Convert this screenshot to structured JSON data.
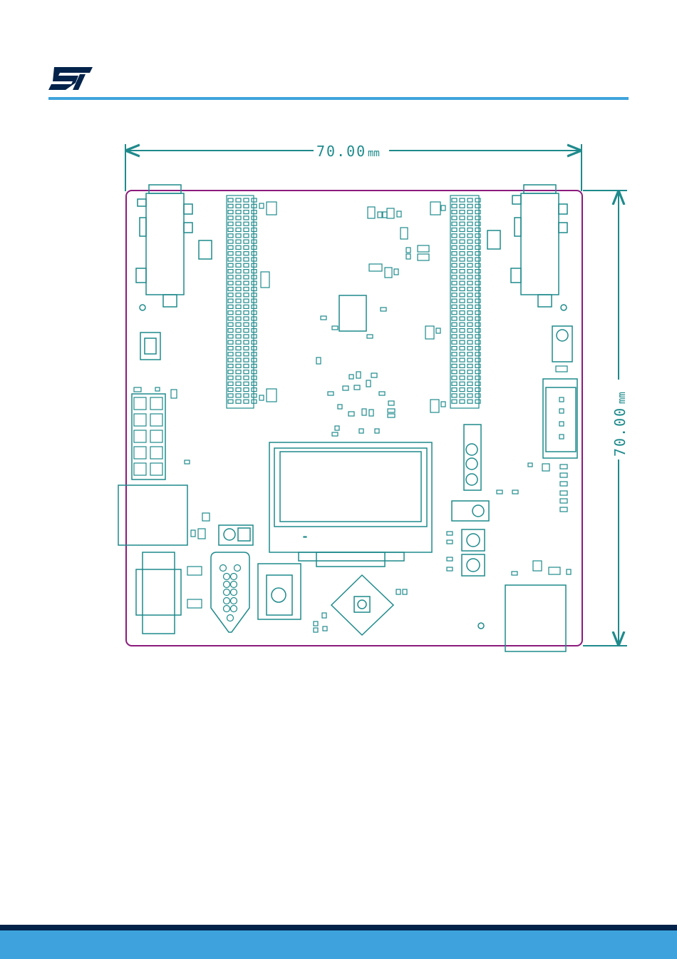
{
  "brand": {
    "logo_icon": "st-logo-icon",
    "accent_color": "#3ea3dc",
    "footer_color": "#03234b"
  },
  "drawing": {
    "outline_color": "#8b1b7c",
    "silkscreen_color": "#1f8a8c",
    "dimensions": {
      "width_value": "70.00",
      "height_value": "70.00",
      "unit": "mm"
    }
  }
}
